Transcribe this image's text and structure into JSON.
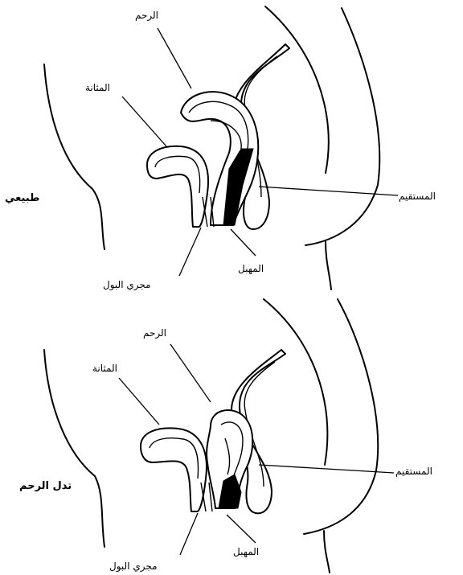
{
  "panels": [
    {
      "title": "طبيعي",
      "labels": {
        "uterus": "الرحم",
        "bladder": "المثانة",
        "rectum": "المستقيم",
        "vagina": "المهبل",
        "urethra": "مجري البول"
      }
    },
    {
      "title": "تدل الرحم",
      "labels": {
        "uterus": "الرحم",
        "bladder": "المثانة",
        "rectum": "المستقيم",
        "vagina": "المهبل",
        "urethra": "مجري البول"
      }
    }
  ],
  "colors": {
    "ink": "#000000",
    "background": "#ffffff"
  }
}
